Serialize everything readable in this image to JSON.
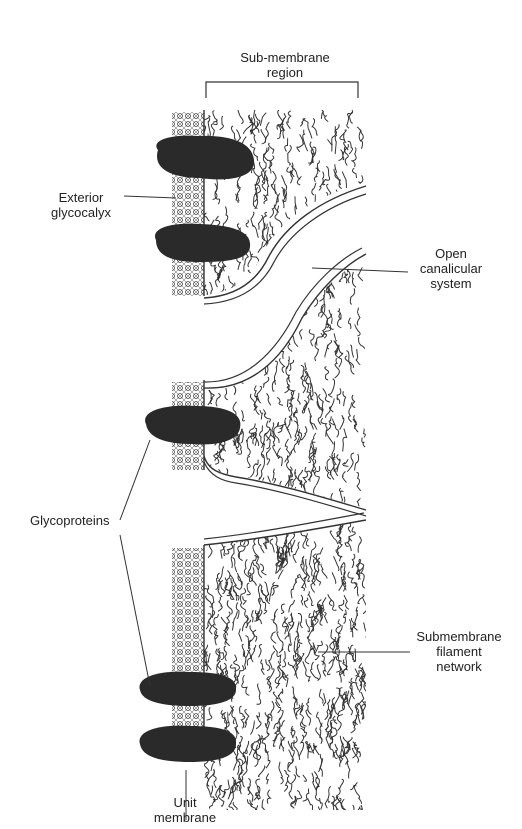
{
  "labels": {
    "sub_membrane_region_line1": "Sub-membrane",
    "sub_membrane_region_line2": "region",
    "exterior_glycocalyx_line1": "Exterior",
    "exterior_glycocalyx_line2": "glycocalyx",
    "open_canalicular_line1": "Open",
    "open_canalicular_line2": "canalicular",
    "open_canalicular_line3": "system",
    "glycoproteins": "Glycoproteins",
    "submembrane_filament_line1": "Submembrane",
    "submembrane_filament_line2": "filament",
    "submembrane_filament_line3": "network",
    "unit_membrane_line1": "Unit",
    "unit_membrane_line2": "membrane"
  },
  "colors": {
    "ink": "#222222",
    "glycoprotein_fill": "#2a2a2a"
  }
}
